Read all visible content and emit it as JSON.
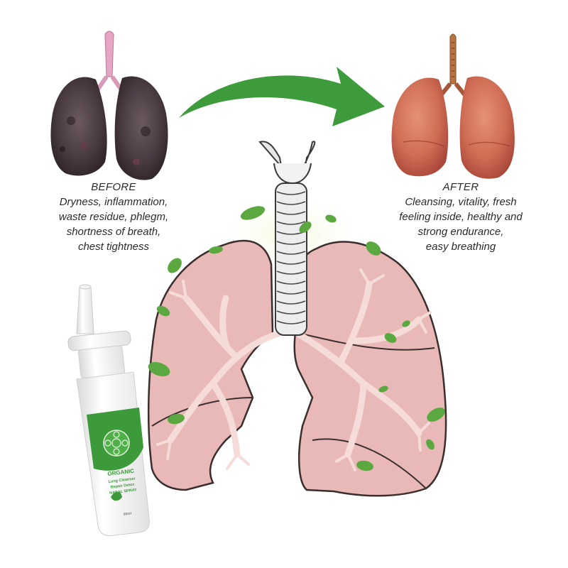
{
  "before": {
    "title": "BEFORE",
    "lines": [
      "Dryness, inflammation,",
      "waste residue, phlegm,",
      "shortness of breath,",
      "chest tightness"
    ]
  },
  "after": {
    "title": "AFTER",
    "lines": [
      "Cleansing, vitality, fresh",
      "feeling inside, healthy and",
      "strong endurance,",
      "easy breathing"
    ]
  },
  "product": {
    "brand": "ORGANIC",
    "name_line1": "Lung Cleanser",
    "name_line2": "Repair Detox",
    "name_line3": "NASAL SPRAY",
    "volume": "30ml"
  },
  "colors": {
    "arrow": "#3e9b3c",
    "lung_fill": "#e8b9b6",
    "lung_outline": "#3a2e2e",
    "bronchi": "#f6dcd9",
    "leaf": "#5aa83f",
    "label_green": "#3c9a3a",
    "text": "#2b2b2b"
  }
}
